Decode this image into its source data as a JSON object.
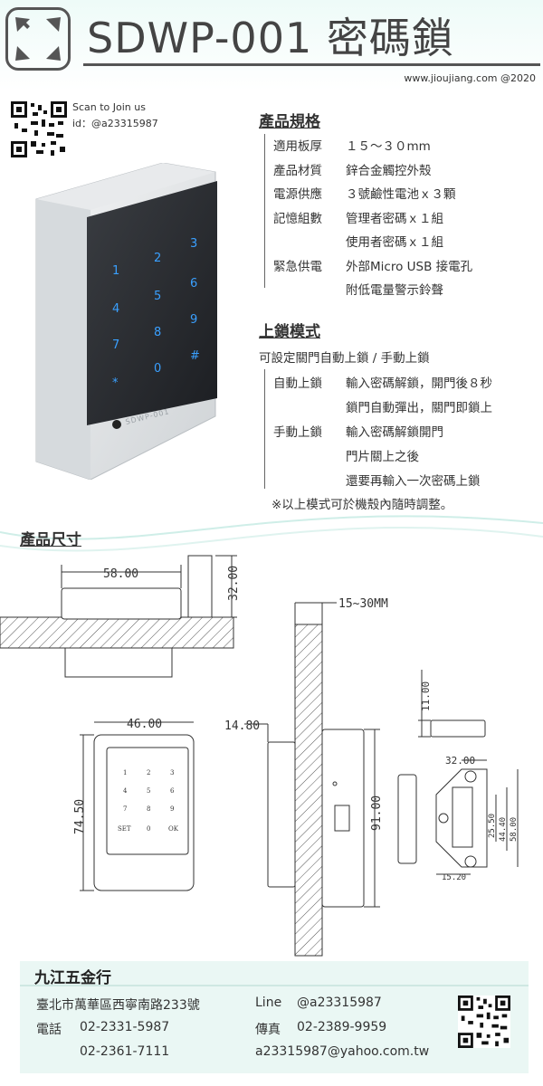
{
  "header": {
    "title": "SDWP-001 密碼鎖",
    "website": "www.jioujiang.com  @2020"
  },
  "social": {
    "scan_text": "Scan to Join us",
    "id_text": "id：@a23315987"
  },
  "specs": {
    "heading": "產品規格",
    "rows": [
      {
        "label": "適用板厚",
        "value": "１５～３０mm"
      },
      {
        "label": "產品材質",
        "value": "鋅合金觸控外殼"
      },
      {
        "label": "電源供應",
        "value": "３號鹼性電池ｘ３顆"
      },
      {
        "label": "記憶組數",
        "value": "管理者密碼ｘ１組"
      },
      {
        "label": "",
        "value": "使用者密碼ｘ１組"
      },
      {
        "label": "緊急供電",
        "value": "外部Micro USB 接電孔"
      },
      {
        "label": "",
        "value": "附低電量警示鈴聲"
      }
    ]
  },
  "lock_mode": {
    "heading": "上鎖模式",
    "intro": "可設定關門自動上鎖 / 手動上鎖",
    "rows": [
      {
        "label": "自動上鎖",
        "value": "輸入密碼解鎖，開門後８秒"
      },
      {
        "label": "",
        "value": "鎖門自動彈出，關門即鎖上"
      },
      {
        "label": "手動上鎖",
        "value": "輸入密碼解鎖開門"
      },
      {
        "label": "",
        "value": "門片關上之後"
      },
      {
        "label": "",
        "value": "還要再輸入一次密碼上鎖"
      }
    ],
    "note": "※以上模式可於機殼內隨時調整。"
  },
  "keypad": {
    "keys": [
      "1",
      "2",
      "3",
      "4",
      "5",
      "6",
      "7",
      "8",
      "9",
      "*",
      "0",
      "#"
    ],
    "brand": "SDWP-001"
  },
  "dimensions": {
    "heading": "產品尺寸",
    "d58": "58.00",
    "d32": "32.00",
    "d15_30": "15~30MM",
    "d46": "46.00",
    "d14_80": "14.80",
    "d74_50": "74.50",
    "d91": "91.00",
    "d11": "11.00",
    "d32b": "32.00",
    "d25_50": "25.50",
    "d44_40": "44.40",
    "d58b": "58.00",
    "d15_20": "15.20",
    "drawing_keys": [
      "1",
      "2",
      "3",
      "4",
      "5",
      "6",
      "7",
      "8",
      "9",
      "SET",
      "0",
      "OK"
    ]
  },
  "footer": {
    "company": "九江五金行",
    "address": "臺北市萬華區西寧南路233號",
    "phone_label": "電話",
    "phone1": "02-2331-5987",
    "phone2": "02-2361-7111",
    "line_label": "Line",
    "line_id": "@a23315987",
    "fax_label": "傳真",
    "fax": "02-2389-9959",
    "email": "a23315987@yahoo.com.tw"
  }
}
